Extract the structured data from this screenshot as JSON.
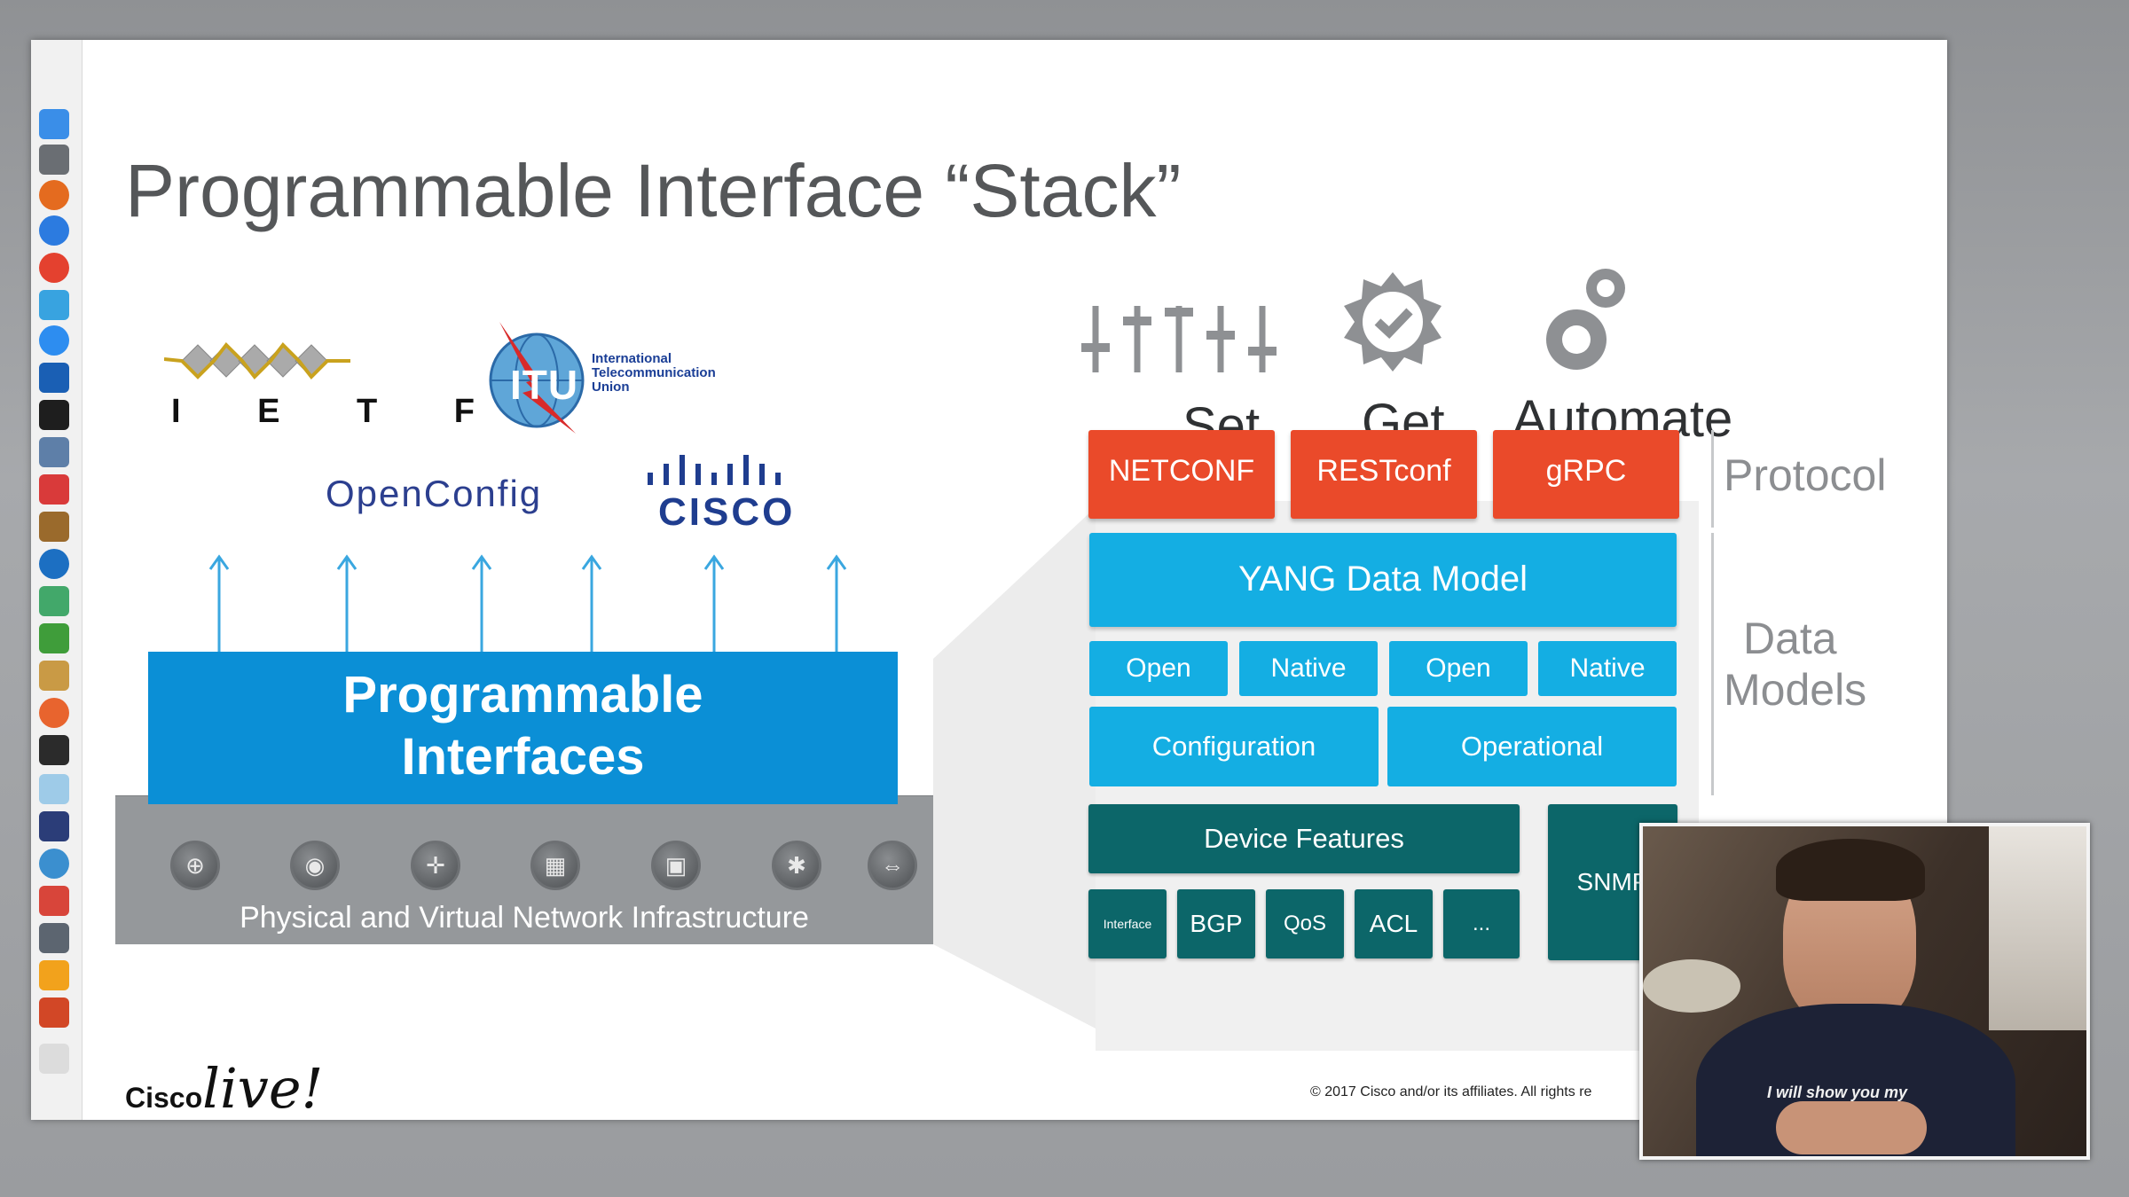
{
  "slide": {
    "title": "Programmable Interface “Stack”",
    "footer": "© 2017  Cisco and/or its affiliates. All rights re",
    "brand": {
      "part1": "Cisco",
      "part2": "live!"
    }
  },
  "logos": {
    "ietf": "I E T F",
    "itu": [
      "International",
      "Telecommunication",
      "Union"
    ],
    "itu_mark": "ITU",
    "openconfig": "OpenConfig",
    "cisco": "CISCO"
  },
  "left_stack": {
    "programmable_line1": "Programmable",
    "programmable_line2": "Interfaces",
    "infrastructure": "Physical and Virtual Network Infrastructure"
  },
  "actions": {
    "set": "Set",
    "get": "Get",
    "automate": "Automate"
  },
  "protocols": {
    "netconf": "NETCONF",
    "restconf": "RESTconf",
    "grpc": "gRPC",
    "label": "Protocol"
  },
  "data_models": {
    "yang": "YANG Data Model",
    "open1": "Open",
    "native1": "Native",
    "open2": "Open",
    "native2": "Native",
    "configuration": "Configuration",
    "operational": "Operational",
    "label_line1": "Data",
    "label_line2": "Models"
  },
  "features": {
    "device_features": "Device Features",
    "snmp": "SNMP",
    "interface": "Interface",
    "bgp": "BGP",
    "qos": "QoS",
    "acl": "ACL",
    "more": "..."
  },
  "video": {
    "shirt_text": "I will show you my"
  },
  "colors": {
    "protocol": "#ea4a2a",
    "data_model": "#14aee3",
    "feature": "#0c6669",
    "programmable": "#0b8fd6",
    "infrastructure": "#95989b"
  }
}
